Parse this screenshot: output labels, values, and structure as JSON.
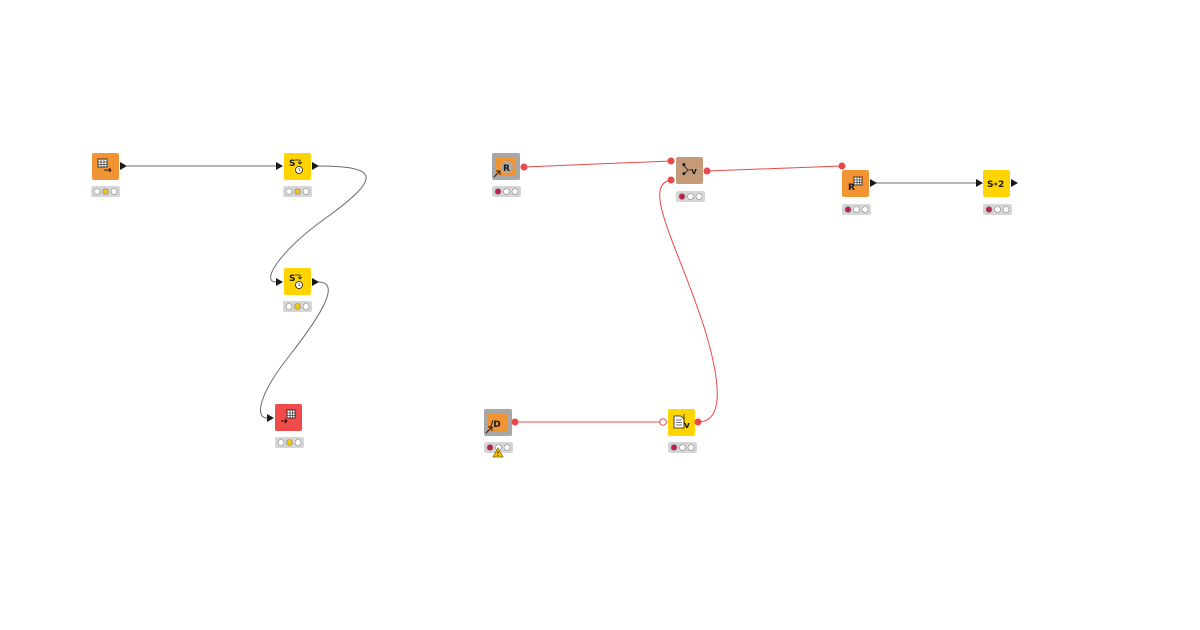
{
  "workflow_canvas": {
    "colors": {
      "connection_default": "#6b6b6b",
      "connection_flow_variable": "#e84a4a",
      "port_flow_variable": "#e84a4a",
      "status_bar_bg": "#d6d6d6",
      "status_red": "#c21f4a",
      "status_yellow": "#f1c40f",
      "status_empty": "#ffffff",
      "warning": "#f5c400"
    },
    "node_category_colors": {
      "source": "#f29434",
      "manipulator": "#ffd400",
      "sink": "#ef4b4b",
      "other": "#c49a79",
      "component": "#a7a7a7"
    },
    "nodes": [
      {
        "id": "n1",
        "name": "table-creator-node",
        "category": "source",
        "icon": "table-output-icon",
        "status": "configured",
        "has_warning": false
      },
      {
        "id": "n2",
        "name": "string-to-datetime-node",
        "category": "manipulator",
        "icon": "string-to-datetime-icon",
        "status": "configured",
        "has_warning": false
      },
      {
        "id": "n3",
        "name": "string-to-datetime-node-2",
        "category": "manipulator",
        "icon": "string-to-datetime-icon",
        "status": "configured",
        "has_warning": false
      },
      {
        "id": "n4",
        "name": "table-writer-node",
        "category": "sink",
        "icon": "table-input-icon",
        "status": "configured",
        "has_warning": false
      },
      {
        "id": "n5",
        "name": "r-source-component-node",
        "category": "component",
        "icon": "r-component-icon",
        "status": "not-configured",
        "has_warning": false
      },
      {
        "id": "n6",
        "name": "merge-variables-node",
        "category": "other",
        "icon": "merge-variables-icon",
        "status": "not-configured",
        "has_warning": false
      },
      {
        "id": "n7",
        "name": "r-to-table-node",
        "category": "source",
        "icon": "r-table-icon",
        "status": "not-configured",
        "has_warning": false
      },
      {
        "id": "n8",
        "name": "string-to-number-node",
        "category": "manipulator",
        "icon": "string-to-number-icon",
        "status": "not-configured",
        "has_warning": false
      },
      {
        "id": "n9",
        "name": "data-component-node",
        "category": "component",
        "icon": "data-component-icon",
        "status": "not-configured",
        "has_warning": true
      },
      {
        "id": "n10",
        "name": "table-to-variable-node",
        "category": "manipulator",
        "icon": "table-to-variable-icon",
        "status": "not-configured",
        "has_warning": false
      }
    ],
    "connections": [
      {
        "from": "n1",
        "to": "n2",
        "type": "data"
      },
      {
        "from": "n2",
        "to": "n3",
        "type": "data"
      },
      {
        "from": "n3",
        "to": "n4",
        "type": "data"
      },
      {
        "from": "n5",
        "to": "n6",
        "type": "flow_variable"
      },
      {
        "from": "n10",
        "to": "n6",
        "type": "flow_variable"
      },
      {
        "from": "n6",
        "to": "n7",
        "type": "flow_variable"
      },
      {
        "from": "n7",
        "to": "n8",
        "type": "data"
      },
      {
        "from": "n9",
        "to": "n10",
        "type": "flow_variable"
      }
    ]
  }
}
